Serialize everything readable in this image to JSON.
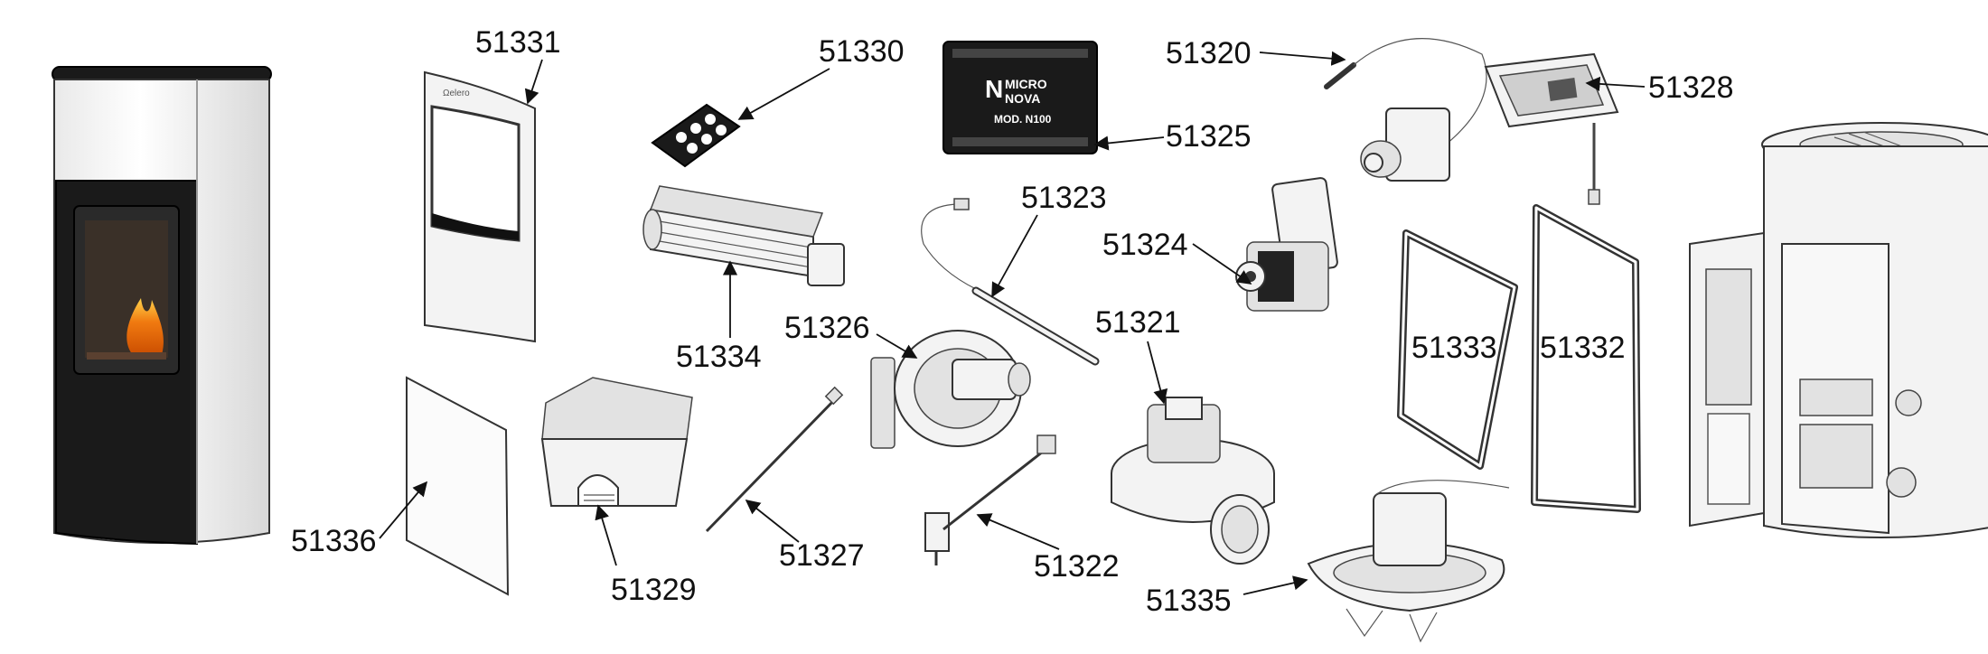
{
  "labels": {
    "l51331": "51331",
    "l51330": "51330",
    "l51325": "51325",
    "l51320": "51320",
    "l51328": "51328",
    "l51323": "51323",
    "l51324": "51324",
    "l51334": "51334",
    "l51326": "51326",
    "l51321": "51321",
    "l51333": "51333",
    "l51332": "51332",
    "l51336": "51336",
    "l51329": "51329",
    "l51327": "51327",
    "l51322": "51322",
    "l51335": "51335"
  },
  "board": {
    "brand_line1": "MICRO",
    "brand_line2": "NOVA",
    "model": "MOD. N100"
  },
  "colors": {
    "flame_outer": "#f07a10",
    "flame_inner": "#ffd34a",
    "stove_body": "#111111"
  }
}
